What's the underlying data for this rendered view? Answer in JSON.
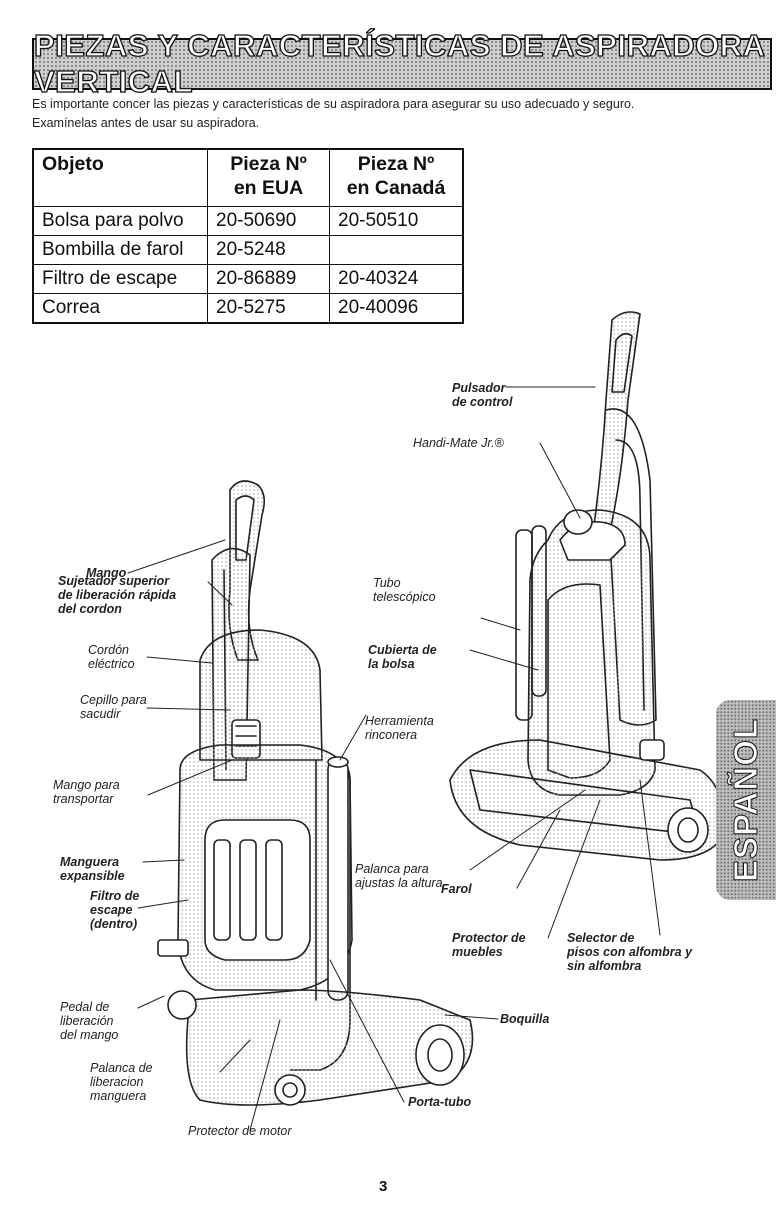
{
  "title": "PIEZAS Y CARACTERÍSTICAS DE ASPIRADORA VERTICAL",
  "intro": {
    "line1": "Es importante concer las piezas y características de su aspiradora para asegurar su uso adecuado y seguro.",
    "line2": "Examínelas antes de usar su aspiradora."
  },
  "parts_table": {
    "headers": {
      "item": "Objeto",
      "us_line1": "Pieza Nº",
      "us_line2": "en EUA",
      "ca_line1": "Pieza Nº",
      "ca_line2": "en Canadá"
    },
    "rows": [
      {
        "item": "Bolsa para polvo",
        "us": "20-50690",
        "ca": "20-50510"
      },
      {
        "item": "Bombilla de farol",
        "us": "20-5248",
        "ca": ""
      },
      {
        "item": "Filtro de escape",
        "us": "20-86889",
        "ca": "20-40324"
      },
      {
        "item": "Correa",
        "us": "20-5275",
        "ca": "20-40096"
      }
    ]
  },
  "labels": {
    "pulsador": [
      "Pulsador",
      "de control"
    ],
    "handi": "Handi-Mate Jr.®",
    "mango": "Mango",
    "sujetador": [
      "Sujetador superior",
      "de liberación rápida",
      "del cordon"
    ],
    "tubo": [
      "Tubo",
      "telescópico"
    ],
    "cordon": [
      "Cordón",
      "eléctrico"
    ],
    "cubierta": [
      "Cubierta de",
      "la bolsa"
    ],
    "cepillo": [
      "Cepillo para",
      "sacudir"
    ],
    "herramienta": [
      "Herramienta",
      "rinconera"
    ],
    "mango_transportar": [
      "Mango para",
      "transportar"
    ],
    "manguera": [
      "Manguera",
      "expansible"
    ],
    "palanca_altura": [
      "Palanca para",
      "ajustas la altura"
    ],
    "filtro": [
      "Filtro de",
      "escape",
      "(dentro)"
    ],
    "farol": "Farol",
    "protector_muebles": [
      "Protector de",
      "muebles"
    ],
    "selector": [
      "Selector de",
      "pisos con alfombra y",
      "sin alfombra"
    ],
    "pedal": [
      "Pedal de",
      "liberación",
      "del mango"
    ],
    "boquilla": "Boquilla",
    "palanca_manguera": [
      "Palanca de",
      "liberacion",
      "manguera"
    ],
    "porta_tubo": "Porta-tubo",
    "protector_motor": "Protector de motor"
  },
  "side_tab": "ESPAÑOL",
  "page_number": "3",
  "colors": {
    "banner_bg": "#cfcfcf",
    "tab_bg": "#bdbdbd",
    "ink": "#111111"
  }
}
